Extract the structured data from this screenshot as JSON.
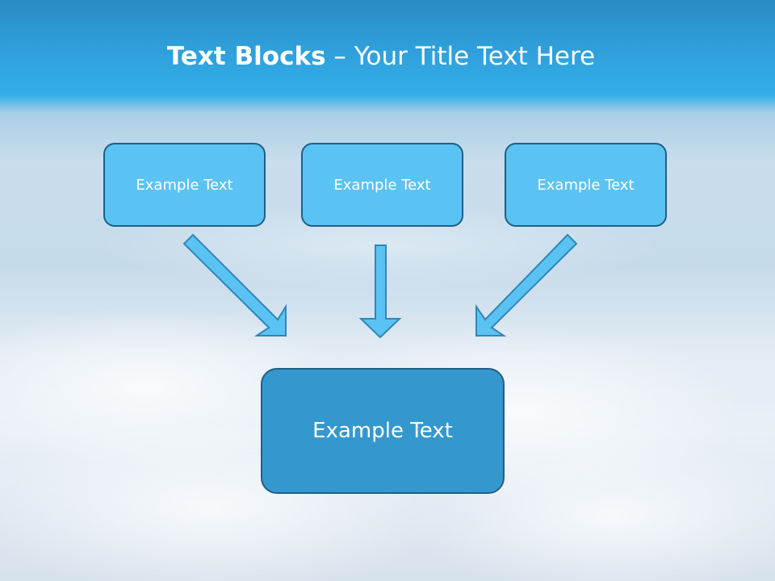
{
  "title": {
    "bold": "Text Blocks",
    "dash": "–",
    "rest": "Your Title Text Here"
  },
  "blocks": [
    {
      "label": "Example Text"
    },
    {
      "label": "Example Text"
    },
    {
      "label": "Example Text"
    }
  ],
  "main_block": {
    "label": "Example Text"
  },
  "colors": {
    "block_fill": "#5bc3f3",
    "main_fill": "#3498cf",
    "border": "#1f5f86",
    "arrow_fill": "#5bc3f3",
    "arrow_stroke": "#2f86b8"
  }
}
